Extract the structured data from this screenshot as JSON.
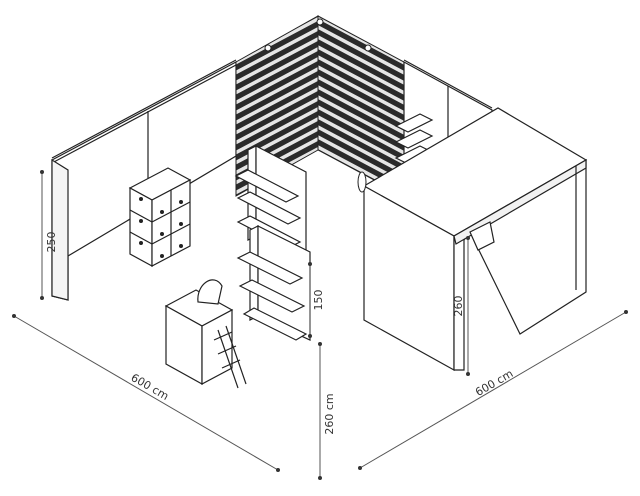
{
  "dimensions": {
    "wall_height_left": "250",
    "width_left": "600 cm",
    "width_right": "600 cm",
    "height_center": "260 cm",
    "shelf_height": "150",
    "counter_height": "260"
  },
  "colors": {
    "line": "#222222",
    "wall_fill": "#ffffff",
    "slat": "#2b2b2b",
    "slat_gap": "#dcdcdc"
  }
}
